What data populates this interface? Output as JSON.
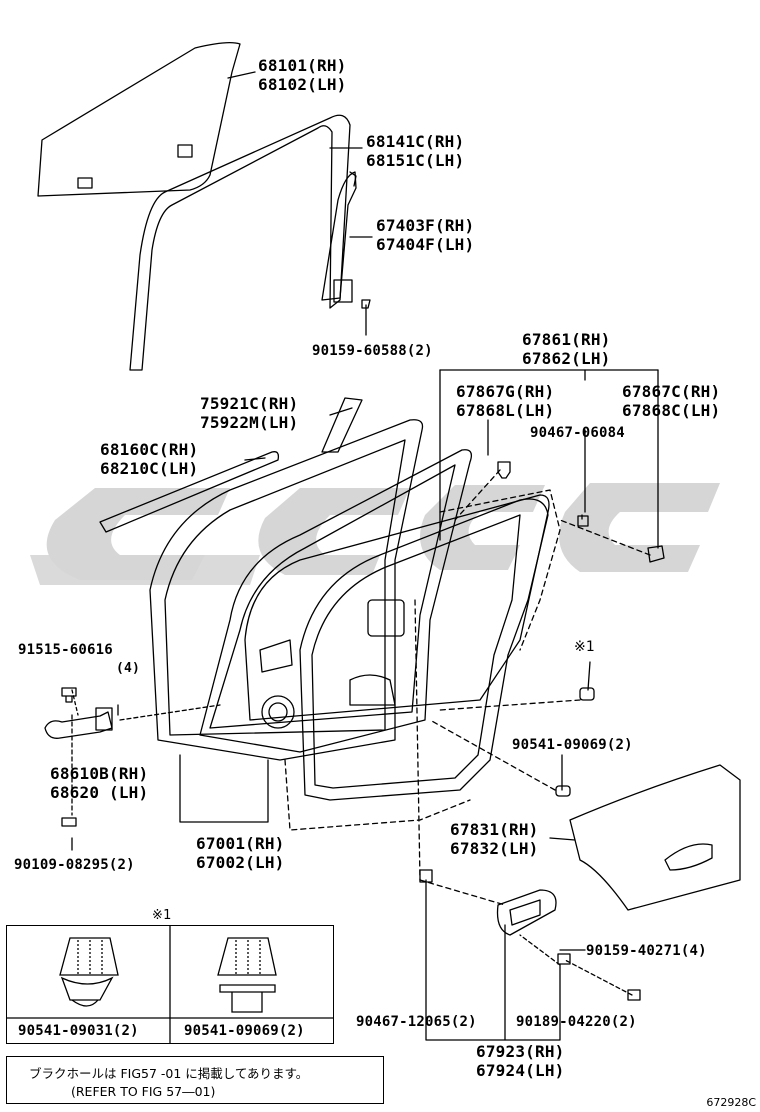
{
  "parts": {
    "p68101": [
      "68101(RH)",
      "68102(LH)"
    ],
    "p68141": [
      "68141C(RH)",
      "68151C(LH)"
    ],
    "p67403": [
      "67403F(RH)",
      "67404F(LH)"
    ],
    "p90159a": "90159-60588(2)",
    "p67861": [
      "67861(RH)",
      "67862(LH)"
    ],
    "p75921": [
      "75921C(RH)",
      "75922M(LH)"
    ],
    "p67867g": [
      "67867G(RH)",
      "67868L(LH)"
    ],
    "p67867c": [
      "67867C(RH)",
      "67868C(LH)"
    ],
    "p68160": [
      "68160C(RH)",
      "68210C(LH)"
    ],
    "p90467a": "90467-06084",
    "p91515": "91515-60616",
    "p91515q": "(4)",
    "mark1": "※1",
    "p68610": [
      "68610B(RH)",
      "68620 (LH)"
    ],
    "p90541a": "90541-09069(2)",
    "p67001": [
      "67001(RH)",
      "67002(LH)"
    ],
    "p90109": "90109-08295(2)",
    "p67831": [
      "67831(RH)",
      "67832(LH)"
    ],
    "p90159b": "90159-40271(4)",
    "p90467b": "90467-12065(2)",
    "p90189": "90189-04220(2)",
    "p67923": [
      "67923(RH)",
      "67924(LH)"
    ]
  },
  "inset": {
    "mark": "※1",
    "left_label": "90541-09031(2)",
    "right_label": "90541-09069(2)"
  },
  "note": {
    "line1": "ブラクホールは FIG57 -01 に掲載してあります。",
    "line2": "(REFER TO FIG  57―01)"
  },
  "figure_code": "672928C"
}
